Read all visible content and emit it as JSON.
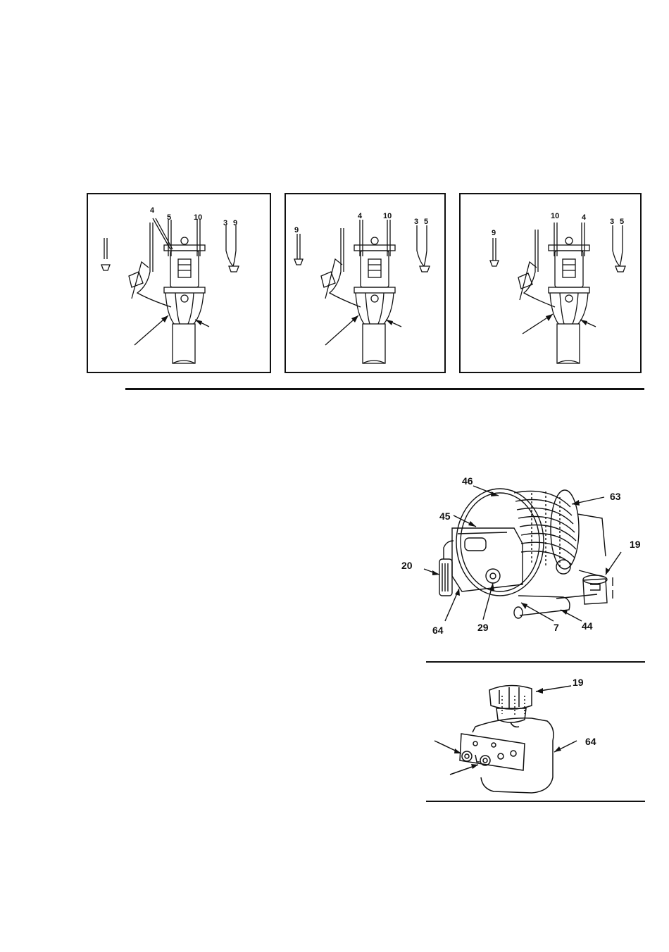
{
  "wiring_panels": [
    {
      "labels": [
        "4",
        "5",
        "10",
        "3",
        "9"
      ]
    },
    {
      "labels": [
        "9",
        "4",
        "10",
        "3",
        "5"
      ]
    },
    {
      "labels": [
        "9",
        "10",
        "4",
        "3",
        "5"
      ]
    }
  ],
  "reel_figure": {
    "callouts": [
      "46",
      "63",
      "45",
      "19",
      "20",
      "64",
      "29",
      "7",
      "44"
    ]
  },
  "valve_figure": {
    "callouts": [
      "19",
      "64"
    ]
  }
}
